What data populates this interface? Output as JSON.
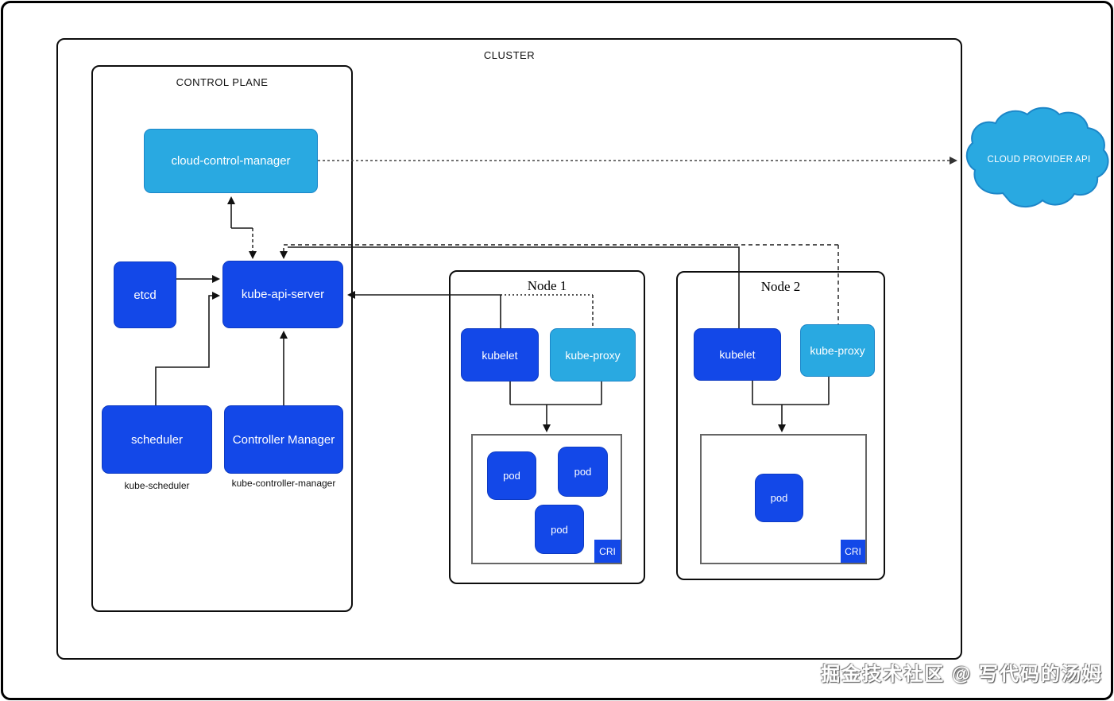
{
  "diagram": {
    "cluster_label": "CLUSTER",
    "control_plane_label": "CONTROL PLANE",
    "control_plane": {
      "cloud_control_manager": "cloud-control-manager",
      "etcd": "etcd",
      "kube_api_server": "kube-api-server",
      "scheduler": "scheduler",
      "scheduler_caption": "kube-scheduler",
      "controller_manager": "Controller Manager",
      "controller_manager_caption": "kube-controller-manager"
    },
    "nodes": [
      {
        "title": "Node 1",
        "kubelet": "kubelet",
        "kube_proxy": "kube-proxy",
        "cri_label": "CRI",
        "pods": [
          "pod",
          "pod",
          "pod"
        ]
      },
      {
        "title": "Node 2",
        "kubelet": "kubelet",
        "kube_proxy": "kube-proxy",
        "cri_label": "CRI",
        "pods": [
          "pod"
        ]
      }
    ],
    "cloud_provider_api_label": "CLOUD PROVIDER API",
    "watermark": "掘金技术社区 @ 写代码的汤姆",
    "colors": {
      "component_dark_blue": "#1348E8",
      "component_light_blue": "#29A9E1",
      "line_black": "#1a1a1a",
      "cri_border_gray": "#666666"
    }
  }
}
